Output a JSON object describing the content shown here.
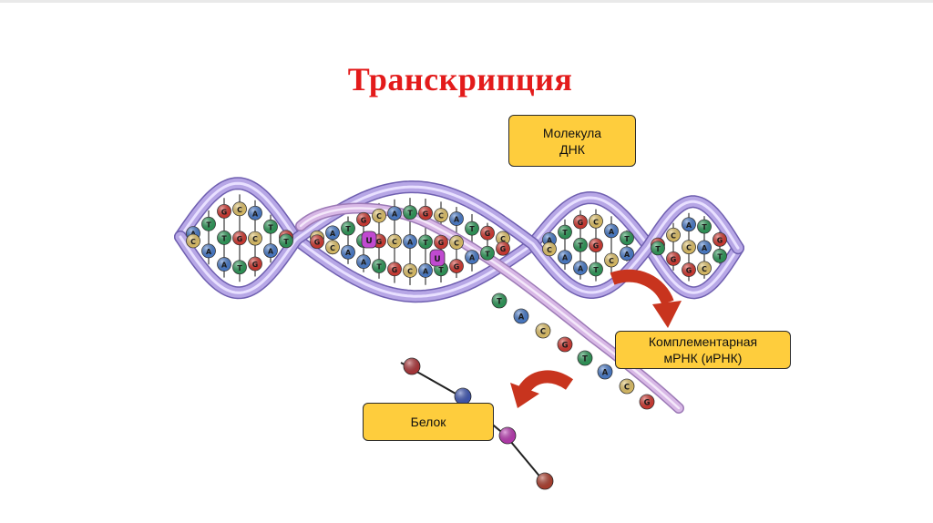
{
  "title": "Транскрипция",
  "labels": {
    "dna_line1": "Молекула",
    "dna_line2": "ДНК",
    "mrna_line1": "Комплементарная",
    "mrna_line2": "мРНК (иРНК)",
    "protein": "Белок"
  },
  "colors": {
    "title": "#e31b1b",
    "callout_fill": "#fecd3d",
    "backbone": "#b7a7e6",
    "mrna_strand": "#d8b8e6",
    "arrow": "#c8341e",
    "A": "#4b7fd0",
    "T": "#2e9c5a",
    "G": "#d83a32",
    "C": "#e8c86a",
    "U": "#c04ad0"
  }
}
